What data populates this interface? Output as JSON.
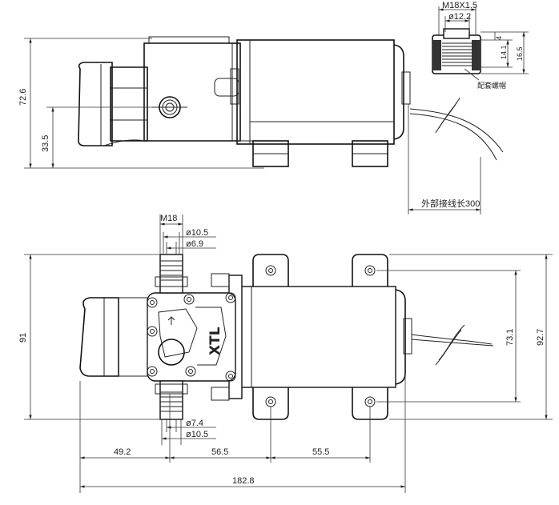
{
  "top_view": {
    "dim_height": "72.6",
    "dim_inlet_height": "33.5",
    "wire_length_label": "外部接线长300"
  },
  "cap_detail": {
    "thread": "M18X1.5",
    "bore": "ø12.2",
    "dim_4": "4",
    "dim_14_1": "14.1",
    "dim_16_5": "16.5",
    "caption": "配套螺帽"
  },
  "front_view": {
    "port_thread": "M18",
    "port_outer_top": "ø10.5",
    "port_inner_top": "ø6.9",
    "port_inner_bottom": "ø7.4",
    "port_outer_bottom": "ø10.5",
    "dim_height": "91",
    "dim_mount_inner": "73.1",
    "dim_mount_outer": "92.7",
    "logo": "XTL",
    "dim_49_2": "49.2",
    "dim_56_5": "56.5",
    "dim_55_5": "55.5",
    "dim_total": "182.8"
  }
}
